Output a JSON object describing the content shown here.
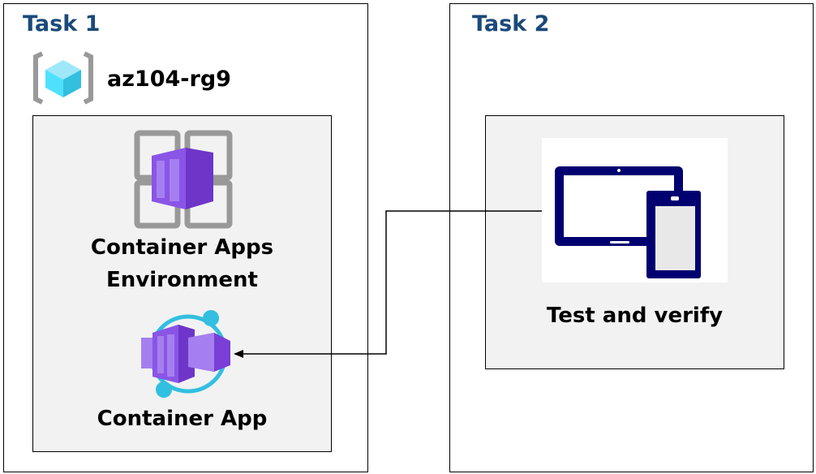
{
  "task1": {
    "title": "Task 1",
    "resource_group": {
      "name": "az104-rg9",
      "icon": "resource-group-icon"
    },
    "environment": {
      "label_line1": "Container Apps",
      "label_line2": "Environment",
      "icon": "container-apps-environment-icon"
    },
    "app": {
      "label": "Container App",
      "icon": "container-app-icon"
    }
  },
  "task2": {
    "title": "Task 2",
    "test": {
      "label": "Test and verify",
      "icon": "tablet-phone-devices-icon"
    }
  },
  "colors": {
    "title": "#1a4a7a",
    "purple": "#7a3fd6",
    "cyan": "#32bfe0",
    "navy": "#000070",
    "panel": "#f2f2f2"
  }
}
